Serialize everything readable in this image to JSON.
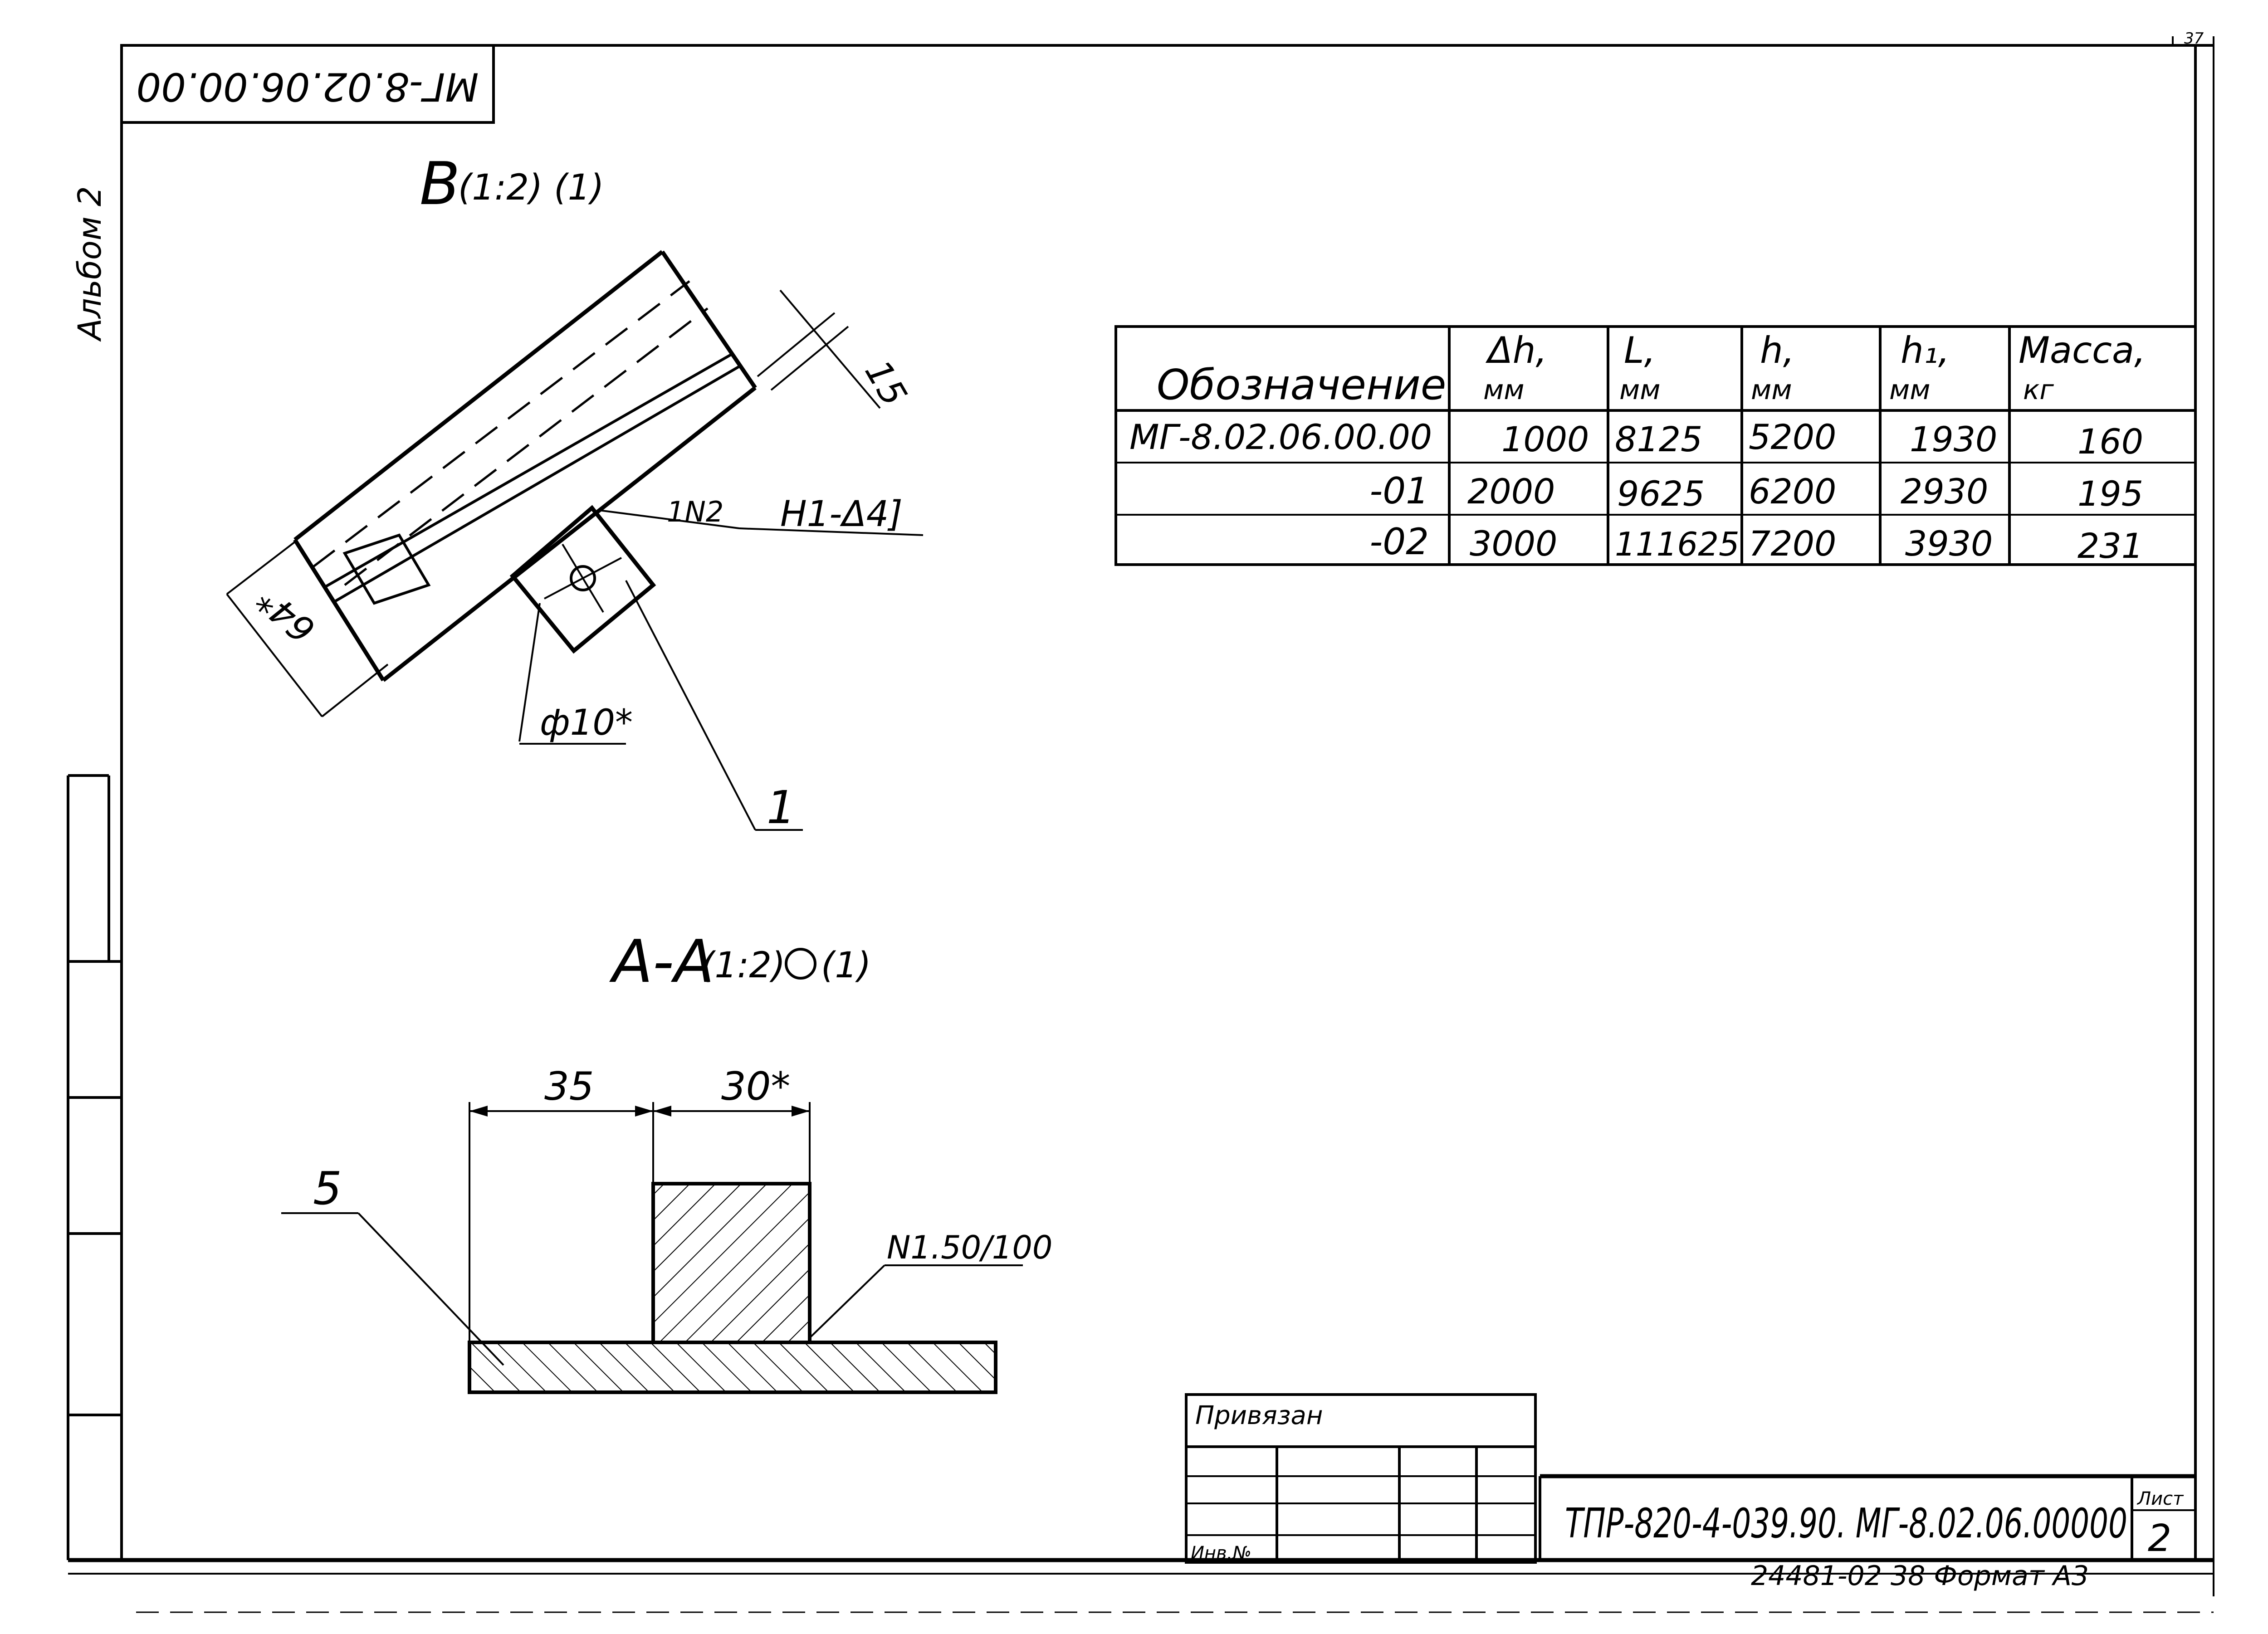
{
  "stamp_code_rotated": "МГ-8.02.06.00.00",
  "sheet_number_top": "37",
  "album_label": "Альбом 2",
  "view_b": {
    "title": "В",
    "scale": "(1:2) (1)",
    "dim_15": "15",
    "dim_64": "64*",
    "weld_label": "1N2",
    "weld_spec": "Н1-Δ4]",
    "dim_phi": "ф10*",
    "callout": "1"
  },
  "section_aa": {
    "title": "А-А",
    "scale": "(1:2)",
    "scale_suffix": "(1)",
    "dim_35": "35",
    "dim_30": "30*",
    "callout": "5",
    "weld_note": "N1.50/100"
  },
  "table": {
    "headers": [
      {
        "main": "Обозначение",
        "unit": ""
      },
      {
        "main": "Δh,",
        "unit": "мм"
      },
      {
        "main": "L,",
        "unit": "мм"
      },
      {
        "main": "h,",
        "unit": "мм"
      },
      {
        "main": "h₁,",
        "unit": "мм"
      },
      {
        "main": "Масса,",
        "unit": "кг"
      }
    ],
    "rows": [
      [
        "МГ-8.02.06.00.00",
        "1000",
        "8125",
        "5200",
        "1930",
        "160"
      ],
      [
        "-01",
        "2000",
        "9625",
        "6200",
        "2930",
        "195"
      ],
      [
        "-02",
        "3000",
        "111625",
        "7200",
        "3930",
        "231"
      ]
    ]
  },
  "title_block": {
    "bound_label": "Привязан",
    "inv_label": "Инв.№",
    "code": "ТПР-820-4-039.90. МГ-8.02.06.00000",
    "sheet_label": "Лист",
    "sheet_number": "2",
    "footer": "24481-02   38   Формат А3"
  }
}
